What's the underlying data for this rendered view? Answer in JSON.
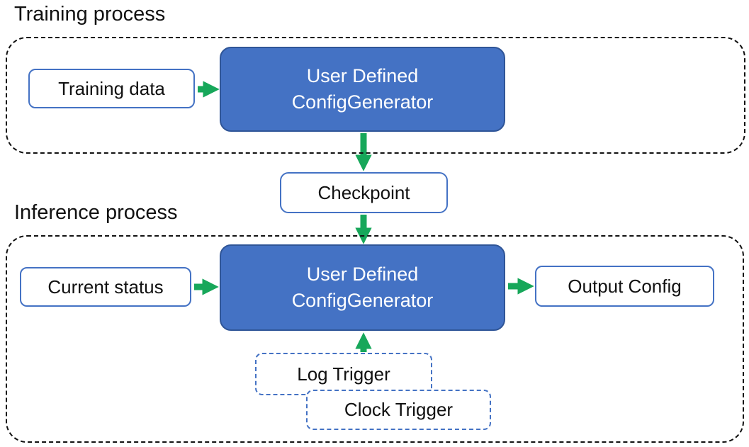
{
  "training": {
    "title": "Training process",
    "input_label": "Training data",
    "generator_line1": "User Defined",
    "generator_line2": "ConfigGenerator"
  },
  "checkpoint_label": "Checkpoint",
  "inference": {
    "title": "Inference process",
    "input_label": "Current status",
    "generator_line1": "User Defined",
    "generator_line2": "ConfigGenerator",
    "output_label": "Output Config",
    "triggers": [
      "Log Trigger",
      "Clock Trigger"
    ]
  },
  "colors": {
    "generator_fill": "#4472C4",
    "generator_border": "#2F5597",
    "io_border_blue": "#4472C4",
    "trigger_border_blue": "#4472C4",
    "arrow_green": "#17A75A",
    "container_dash_black": "#111111",
    "text_black": "#111111",
    "text_white": "#ffffff"
  }
}
